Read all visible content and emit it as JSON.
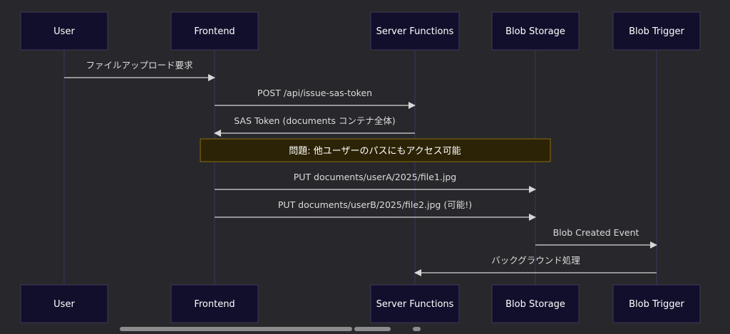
{
  "participants": [
    {
      "id": "user",
      "label": "User"
    },
    {
      "id": "frontend",
      "label": "Frontend"
    },
    {
      "id": "server",
      "label": "Server Functions"
    },
    {
      "id": "blob",
      "label": "Blob Storage"
    },
    {
      "id": "trigger",
      "label": "Blob Trigger"
    }
  ],
  "messages": [
    {
      "from": "user",
      "to": "frontend",
      "label": "ファイルアップロード要求"
    },
    {
      "from": "frontend",
      "to": "server",
      "label": "POST /api/issue-sas-token"
    },
    {
      "from": "server",
      "to": "frontend",
      "label": "SAS Token (documents コンテナ全体)"
    },
    {
      "note": true,
      "label": "問題: 他ユーザーのパスにもアクセス可能"
    },
    {
      "from": "frontend",
      "to": "blob",
      "label": "PUT documents/userA/2025/file1.jpg"
    },
    {
      "from": "frontend",
      "to": "blob",
      "label": "PUT documents/userB/2025/file2.jpg (可能!)"
    },
    {
      "from": "blob",
      "to": "trigger",
      "label": "Blob Created Event"
    },
    {
      "from": "trigger",
      "to": "server",
      "label": "バックグラウンド処理"
    }
  ],
  "colors": {
    "background": "#28272b",
    "box_fill": "#120f2c",
    "box_stroke": "#3d3a5a",
    "lifeline": "#3a3760",
    "arrow": "#d6d6d6",
    "note_fill": "#2c2306",
    "note_stroke": "#8a6f12"
  }
}
